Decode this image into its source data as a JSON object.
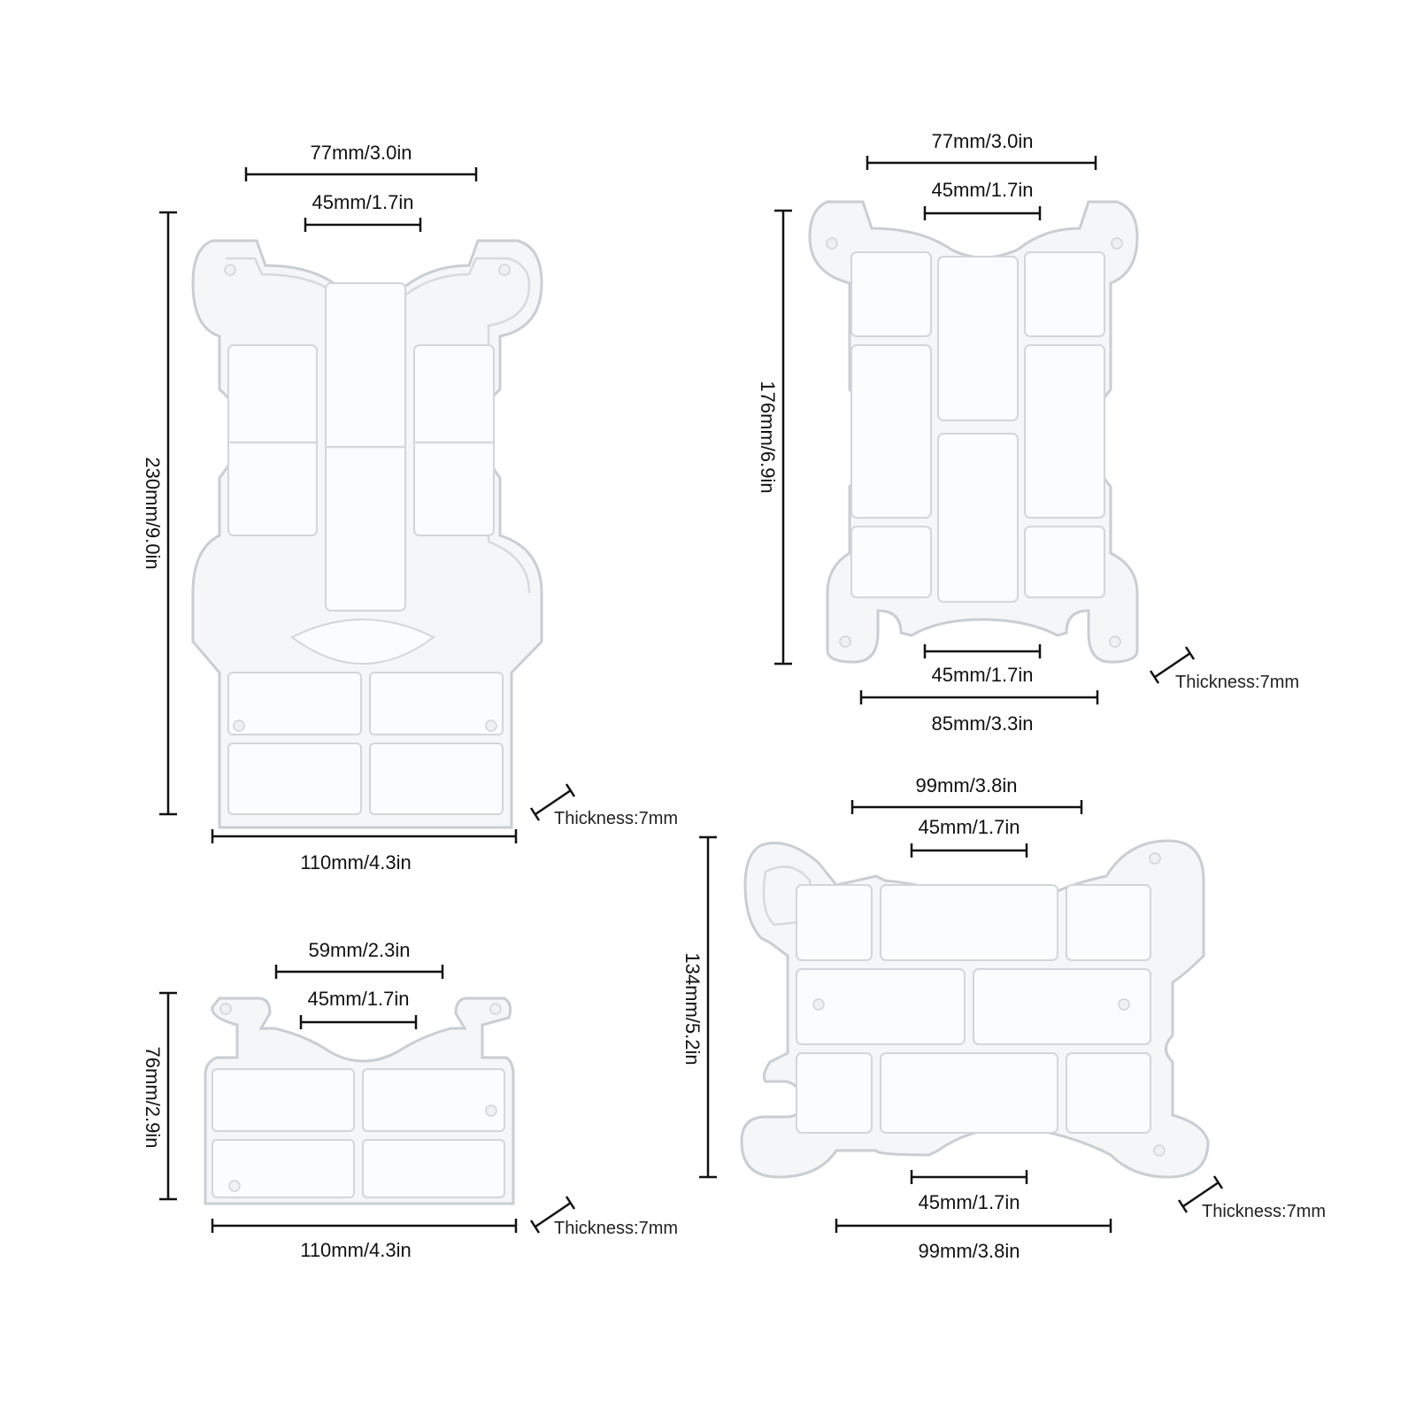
{
  "stands": [
    {
      "id": "tall-stand",
      "dims": {
        "top_outer": "77mm/3.0in",
        "top_inner": "45mm/1.7in",
        "height": "230mm/9.0in",
        "base_width": "110mm/4.3in",
        "thickness": "Thickness:7mm"
      }
    },
    {
      "id": "medium-stand",
      "dims": {
        "top_outer": "77mm/3.0in",
        "top_inner": "45mm/1.7in",
        "height": "176mm/6.9in",
        "bottom_inner": "45mm/1.7in",
        "bottom_outer": "85mm/3.3in",
        "thickness": "Thickness:7mm"
      }
    },
    {
      "id": "short-base",
      "dims": {
        "top_outer": "59mm/2.3in",
        "top_inner": "45mm/1.7in",
        "height": "76mm/2.9in",
        "base_width": "110mm/4.3in",
        "thickness": "Thickness:7mm"
      }
    },
    {
      "id": "wide-stand",
      "dims": {
        "top_outer": "99mm/3.8in",
        "top_inner": "45mm/1.7in",
        "height": "134mm/5.2in",
        "bottom_inner": "45mm/1.7in",
        "bottom_outer": "99mm/3.8in",
        "thickness": "Thickness:7mm"
      }
    }
  ]
}
